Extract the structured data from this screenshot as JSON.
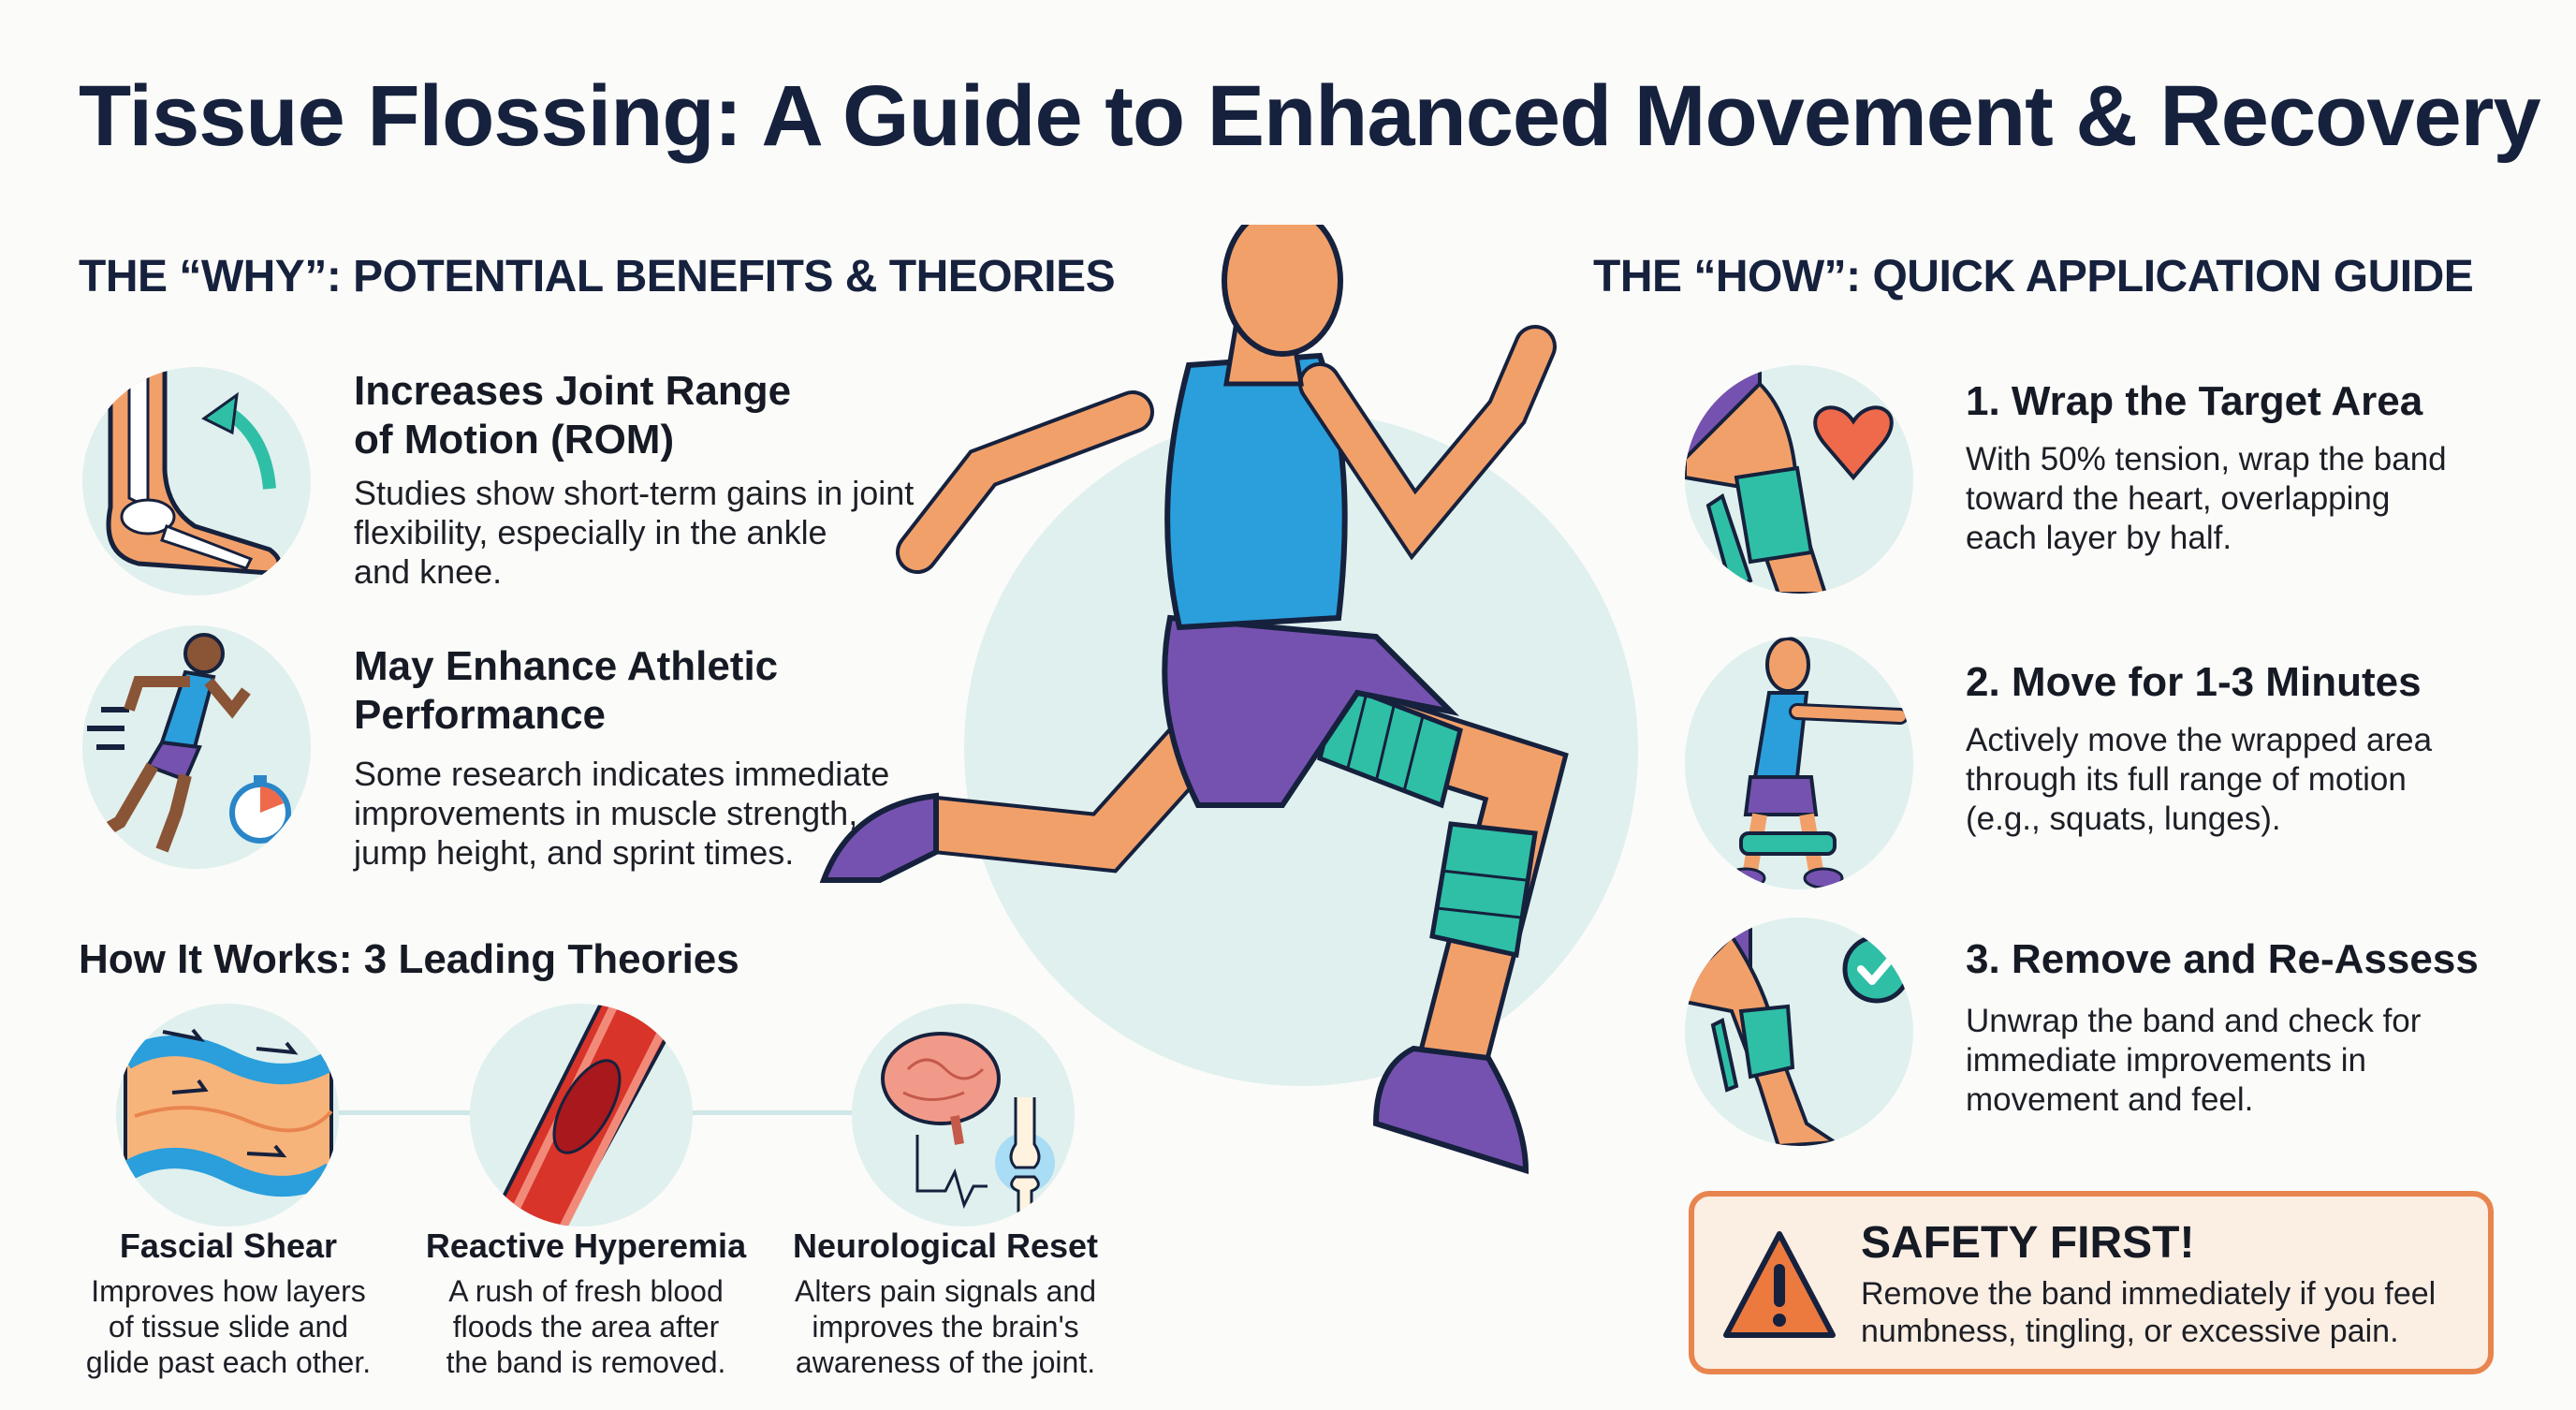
{
  "title": "Tissue Flossing: A Guide to Enhanced Movement & Recovery",
  "why": {
    "heading": "THE “WHY”: POTENTIAL BENEFITS & THEORIES",
    "benefits": [
      {
        "icon": "ankle-joint-icon",
        "title_line1": "Increases Joint Range",
        "title_line2": "of Motion (ROM)",
        "text_line1": "Studies show short-term gains in joint",
        "text_line2": "flexibility, especially in the ankle",
        "text_line3": "and knee."
      },
      {
        "icon": "sprinter-stopwatch-icon",
        "title_line1": "May Enhance Athletic",
        "title_line2": "Performance",
        "text_line1": "Some research indicates immediate",
        "text_line2": "improvements in muscle strength,",
        "text_line3": "jump height, and sprint times."
      }
    ],
    "theories_heading": "How It Works: 3 Leading Theories",
    "theories": [
      {
        "icon": "tissue-layers-icon",
        "title": "Fascial Shear",
        "text_line1": "Improves how layers",
        "text_line2": "of tissue slide and",
        "text_line3": "glide past each other."
      },
      {
        "icon": "blood-vessel-icon",
        "title": "Reactive Hyperemia",
        "text_line1": "A rush of fresh blood",
        "text_line2": "floods the area after",
        "text_line3": "the band is removed."
      },
      {
        "icon": "brain-joint-icon",
        "title": "Neurological Reset",
        "text_line1": "Alters pain signals and",
        "text_line2": "improves the brain's",
        "text_line3": "awareness of the joint."
      }
    ]
  },
  "how": {
    "heading": "THE “HOW”: QUICK APPLICATION GUIDE",
    "steps": [
      {
        "icon": "wrap-knee-heart-icon",
        "title": "1. Wrap the Target Area",
        "text_line1": "With 50% tension, wrap the band",
        "text_line2": "toward the heart, overlapping",
        "text_line3": "each layer by half."
      },
      {
        "icon": "squat-band-icon",
        "title": "2. Move for 1-3 Minutes",
        "text_line1": "Actively move the wrapped area",
        "text_line2": "through its full range of motion",
        "text_line3": "(e.g., squats, lunges)."
      },
      {
        "icon": "unwrap-check-icon",
        "title": "3. Remove and Re-Assess",
        "text_line1": "Unwrap the band and check for",
        "text_line2": "immediate improvements in",
        "text_line3": "movement and feel."
      }
    ],
    "safety": {
      "icon": "warning-triangle-icon",
      "title": "SAFETY FIRST!",
      "text_line1": "Remove the band immediately if you feel",
      "text_line2": "numbness, tingling, or excessive pain."
    }
  },
  "colors": {
    "navy": "#16213d",
    "skin": "#f2a06a",
    "shirt": "#2a9fdc",
    "shorts": "#7652b0",
    "band": "#2fbfa6",
    "circle_bg": "#dff0ee",
    "warning_orange": "#e8854e",
    "warning_bg": "#fbeee3",
    "heart": "#ef6a4b"
  }
}
